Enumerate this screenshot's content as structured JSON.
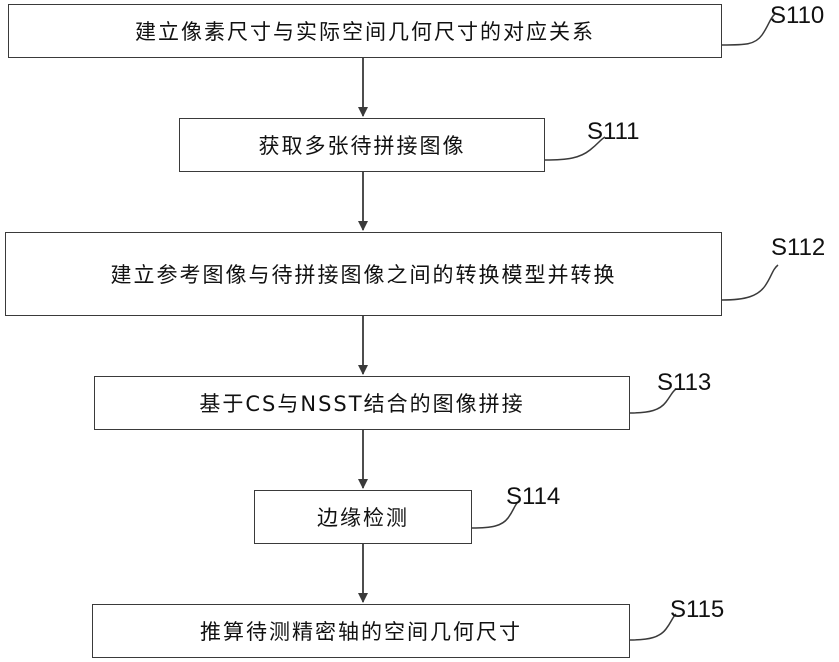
{
  "steps": [
    {
      "id": "S110",
      "text": "建立像素尺寸与实际空间几何尺寸的对应关系"
    },
    {
      "id": "S111",
      "text": "获取多张待拼接图像"
    },
    {
      "id": "S112",
      "text": "建立参考图像与待拼接图像之间的转换模型并转换"
    },
    {
      "id": "S113",
      "text": "基于CS与NSST结合的图像拼接"
    },
    {
      "id": "S114",
      "text": "边缘检测"
    },
    {
      "id": "S115",
      "text": "推算待测精密轴的空间几何尺寸"
    }
  ]
}
